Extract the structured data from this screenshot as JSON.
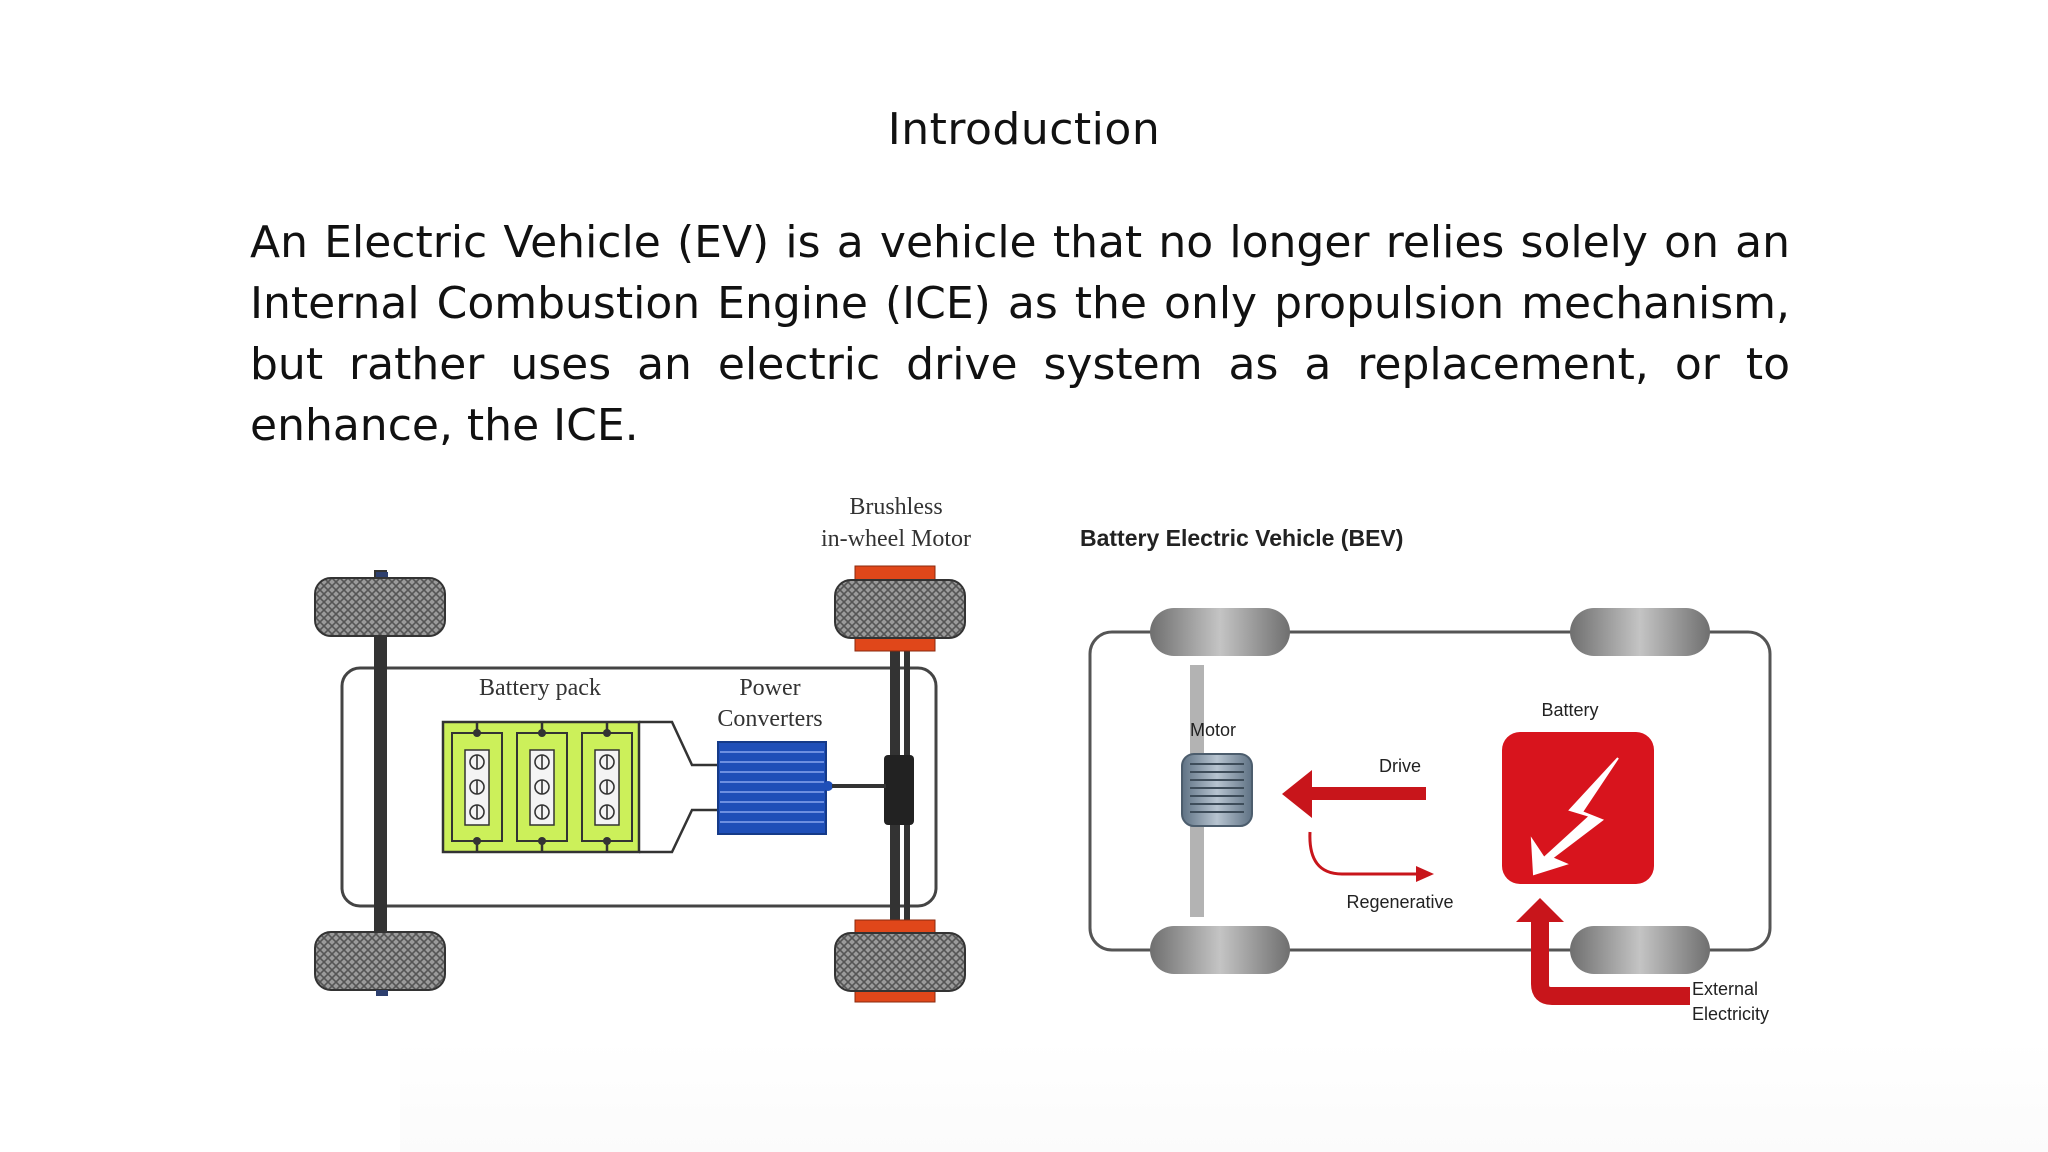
{
  "slide": {
    "title": "Introduction",
    "body": "An Electric Vehicle (EV) is a vehicle that no longer relies solely on an Internal Combustion Engine (ICE) as the only propulsion mechanism, but rather uses an electric drive system as a replacement, or to enhance, the ICE."
  },
  "diagram_left": {
    "motor_label_line1": "Brushless",
    "motor_label_line2": "in-wheel Motor",
    "battery_label": "Battery pack",
    "converter_label_line1": "Power",
    "converter_label_line2": "Converters"
  },
  "diagram_right": {
    "title": "Battery Electric Vehicle (BEV)",
    "motor_label": "Motor",
    "battery_label": "Battery",
    "drive_label": "Drive",
    "regen_label": "Regenerative",
    "external_line1": "External",
    "external_line2": "Electricity"
  },
  "colors": {
    "battery_green": "#ccf05a",
    "converter_blue": "#1f4fb8",
    "motor_orange": "#e0471a",
    "arrow_red": "#c8151b",
    "battery_red": "#d8141d"
  }
}
